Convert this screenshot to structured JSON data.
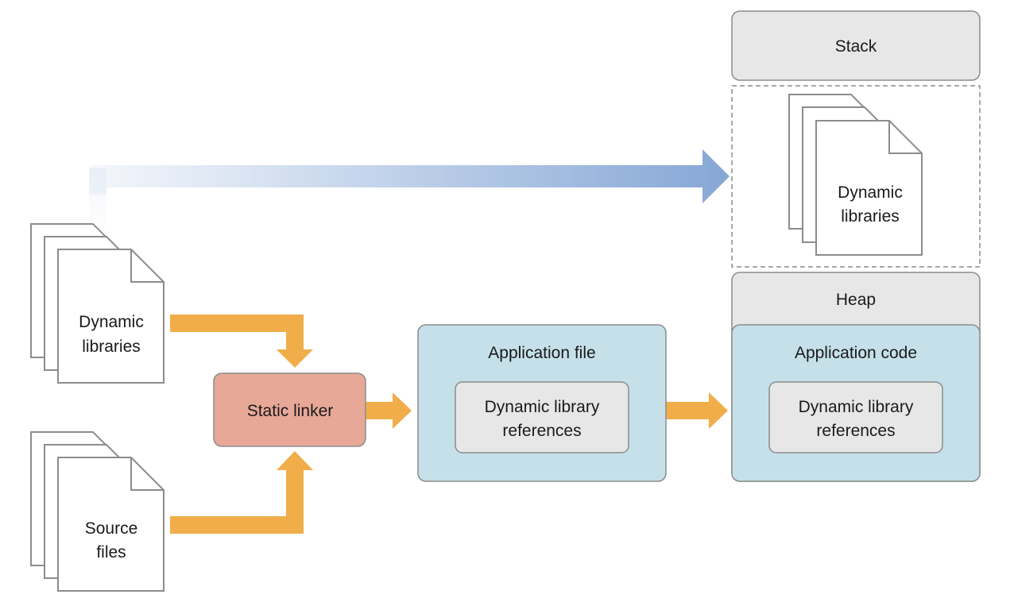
{
  "colors": {
    "orange_arrow": "#f0ad4a",
    "blue_arrow": "#86a7d6",
    "linker_fill": "#e7a898",
    "app_box_fill": "#c5e0e9",
    "grey_box_fill": "#e6e7e6",
    "border": "#8c8c8c"
  },
  "inputs": {
    "dynamic_libraries": {
      "line1": "Dynamic",
      "line2": "libraries",
      "icon": "document-stack-icon"
    },
    "source_files": {
      "line1": "Source",
      "line2": "files",
      "icon": "document-stack-icon"
    }
  },
  "linker": {
    "label": "Static linker"
  },
  "app_file": {
    "title": "Application file",
    "refs": {
      "line1": "Dynamic library",
      "line2": "references"
    }
  },
  "memory": {
    "stack": "Stack",
    "dynamic_libraries": {
      "line1": "Dynamic",
      "line2": "libraries",
      "icon": "document-stack-icon"
    },
    "heap": "Heap",
    "app_code": {
      "title": "Application code",
      "refs": {
        "line1": "Dynamic library",
        "line2": "references"
      }
    }
  }
}
